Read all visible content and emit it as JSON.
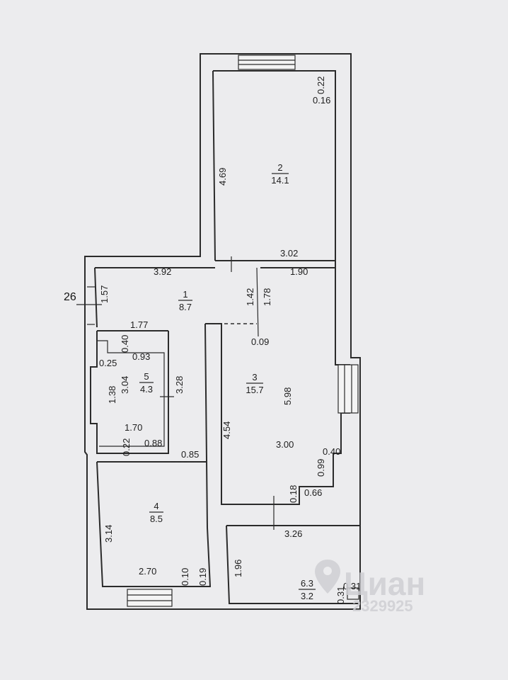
{
  "plan": {
    "marker": "26",
    "rooms": [
      {
        "number": "2",
        "area": "14.1"
      },
      {
        "number": "1",
        "area": "8.7"
      },
      {
        "number": "5",
        "area": "4.3"
      },
      {
        "number": "3",
        "area": "15.7"
      },
      {
        "number": "4",
        "area": "8.5"
      },
      {
        "number": "6.3",
        "area": "3.2"
      }
    ],
    "dimensions": [
      "0.22",
      "0.16",
      "4.69",
      "3.02",
      "1.90",
      "3.92",
      "1.57",
      "1.42",
      "1.78",
      "1.77",
      "0.09",
      "0.40",
      "0.93",
      "0.25",
      "3.04",
      "3.28",
      "1.38",
      "5.98",
      "1.70",
      "4.54",
      "3.00",
      "0.22",
      "0.88",
      "0.85",
      "0.40",
      "0.99",
      "0.18",
      "0.66",
      "3.26",
      "3.14",
      "1.96",
      "2.70",
      "0.10",
      "0.19",
      "0.31",
      "0.31"
    ]
  },
  "watermark": {
    "brand": "Циан",
    "id": "2329925"
  }
}
